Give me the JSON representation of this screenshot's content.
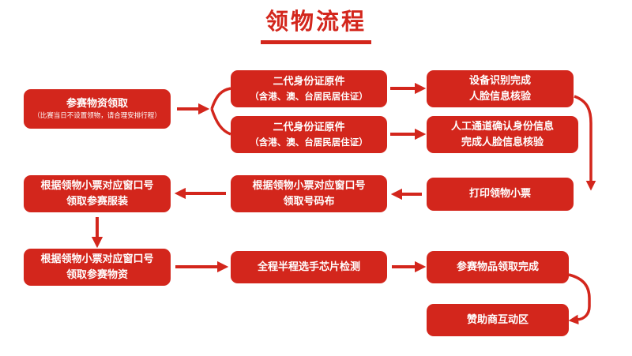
{
  "title": "领物流程",
  "colors": {
    "red": "#d3261c",
    "text_on_red": "#ffffff",
    "background": "#ffffff"
  },
  "boxes": [
    {
      "name": "materials-pickup",
      "lines": [
        "参赛物资领取",
        "（比赛当日不设置领物，请合理安排行程）"
      ]
    },
    {
      "name": "id-card-original-a",
      "lines": [
        "二代身份证原件",
        "（含港、澳、台居民居住证）"
      ]
    },
    {
      "name": "id-card-original-b",
      "lines": [
        "二代身份证原件",
        "（含港、澳、台居民居住证）"
      ]
    },
    {
      "name": "device-face-verify",
      "lines": [
        "设备识别完成",
        "人脸信息核验"
      ]
    },
    {
      "name": "manual-face-verify",
      "lines": [
        "人工通道确认身份信息",
        "完成人脸信息核验"
      ]
    },
    {
      "name": "print-ticket",
      "lines": [
        "打印领物小票"
      ]
    },
    {
      "name": "bib-pickup",
      "lines": [
        "根据领物小票对应窗口号",
        "领取号码布"
      ]
    },
    {
      "name": "apparel-pickup",
      "lines": [
        "根据领物小票对应窗口号",
        "领取参赛服装"
      ]
    },
    {
      "name": "kit-pickup",
      "lines": [
        "根据领物小票对应窗口号",
        "领取参赛物资"
      ]
    },
    {
      "name": "chip-test",
      "lines": [
        "全程半程选手芯片检测"
      ]
    },
    {
      "name": "pickup-complete",
      "lines": [
        "参赛物品领取完成"
      ]
    },
    {
      "name": "sponsor-zone",
      "lines": [
        "赞助商互动区"
      ]
    }
  ]
}
